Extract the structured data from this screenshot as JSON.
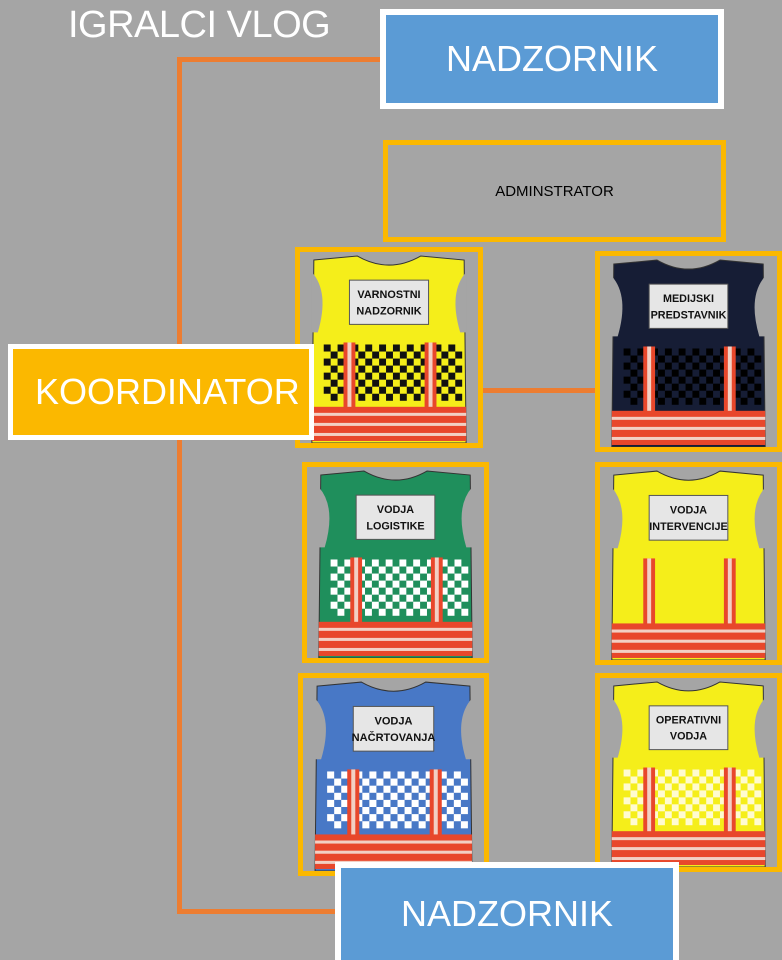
{
  "title": "IGRALCI VLOG",
  "top_box": {
    "label": "NADZORNIK"
  },
  "admin_box": {
    "label": "ADMINSTRATOR"
  },
  "coordinator_box": {
    "label": "KOORDINATOR"
  },
  "bottom_box": {
    "label": "NADZORNIK"
  },
  "colors": {
    "connector": "#ed7d31",
    "frame": "#fbb800",
    "blue_box": "#5b9bd5",
    "background": "#a5a5a5"
  },
  "vests": [
    {
      "id": "varnostni",
      "line1": "VARNOSTNI",
      "line2": "NADZORNIK",
      "color": "#f5ee1a",
      "check": "#111111",
      "checkBg": "#f5ee1a",
      "dark": false
    },
    {
      "id": "medijski",
      "line1": "MEDIJSKI",
      "line2": "PREDSTAVNIK",
      "color": "#161d35",
      "check": "#000000",
      "checkBg": "#1c2440",
      "dark": true
    },
    {
      "id": "logistike",
      "line1": "VODJA",
      "line2": "LOGISTIKE",
      "color": "#1f8f5c",
      "check": "#ffffff",
      "checkBg": "#1f8f5c",
      "dark": false
    },
    {
      "id": "intervencije",
      "line1": "VODJA",
      "line2": "INTERVENCIJE",
      "color": "#f5ee1a",
      "check": null,
      "checkBg": "#f5ee1a",
      "dark": false
    },
    {
      "id": "nacrtovanja",
      "line1": "VODJA",
      "line2": "NAČRTOVANJA",
      "color": "#4878c6",
      "check": "#ffffff",
      "checkBg": "#4878c6",
      "dark": false
    },
    {
      "id": "operativni",
      "line1": "OPERATIVNI",
      "line2": "VODJA",
      "color": "#f5ee1a",
      "check": "#fffbd0",
      "checkBg": "#f5ee1a",
      "dark": false
    }
  ]
}
